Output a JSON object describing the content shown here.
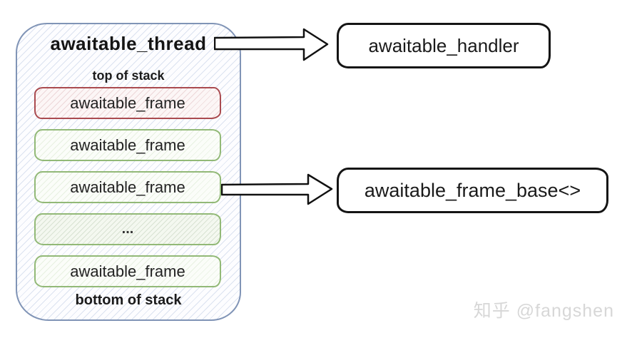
{
  "thread": {
    "title": "awaitable_thread",
    "top_of_stack_label": "top of stack",
    "bottom_of_stack_label": "bottom of stack",
    "frames": [
      {
        "label": "awaitable_frame",
        "variant": "red"
      },
      {
        "label": "awaitable_frame",
        "variant": "green"
      },
      {
        "label": "awaitable_frame",
        "variant": "green"
      },
      {
        "label": "...",
        "variant": "green-filled"
      },
      {
        "label": "awaitable_frame",
        "variant": "green"
      }
    ]
  },
  "handler_box": {
    "label": "awaitable_handler"
  },
  "frame_base_box": {
    "label": "awaitable_frame_base<>"
  },
  "icons": {
    "arrow_thread_to_handler": "block-arrow-right",
    "arrow_frame_to_base": "block-arrow-right"
  },
  "colors": {
    "container_border": "#8094b6",
    "container_hatch": "#8da4cc",
    "red_frame_border": "#aa4b50",
    "green_frame_border": "#92b977",
    "target_box_border": "#141414",
    "arrow_outline": "#111111",
    "watermark_text": "#d7d7d7"
  },
  "watermark": {
    "text": "知乎 @fangshen"
  }
}
